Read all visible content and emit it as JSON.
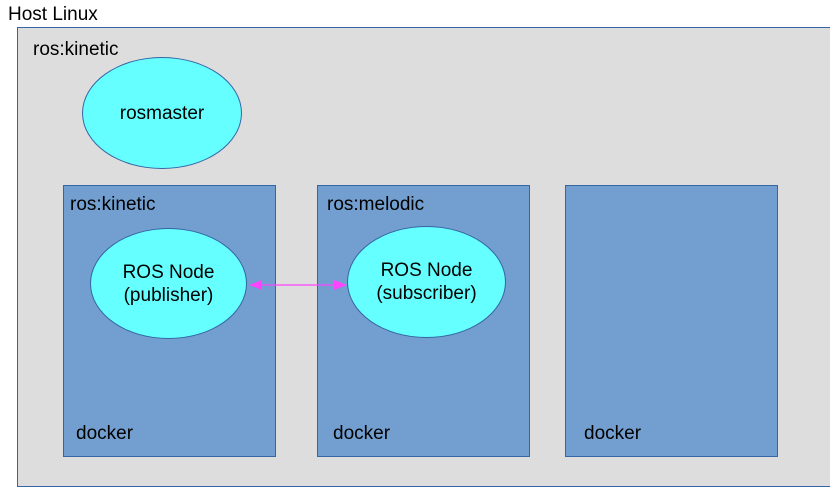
{
  "host": {
    "label": "Host Linux",
    "image": "ros:kinetic"
  },
  "master": {
    "label": "rosmaster"
  },
  "containers": [
    {
      "image": "ros:kinetic",
      "node": "ROS Node\n(publisher)",
      "runtime": "docker"
    },
    {
      "image": "ros:melodic",
      "node": "ROS Node\n(subscriber)",
      "runtime": "docker"
    },
    {
      "image": "",
      "node": "",
      "runtime": "docker"
    }
  ],
  "colors": {
    "host_fill": "#dddddd",
    "container_fill": "#729fcf",
    "node_fill": "#66ffff",
    "border": "#3465a4",
    "link_arrow": "#ff44ff"
  },
  "link": {
    "type": "bidirectional-arrow",
    "from": "publisher",
    "to": "subscriber"
  }
}
